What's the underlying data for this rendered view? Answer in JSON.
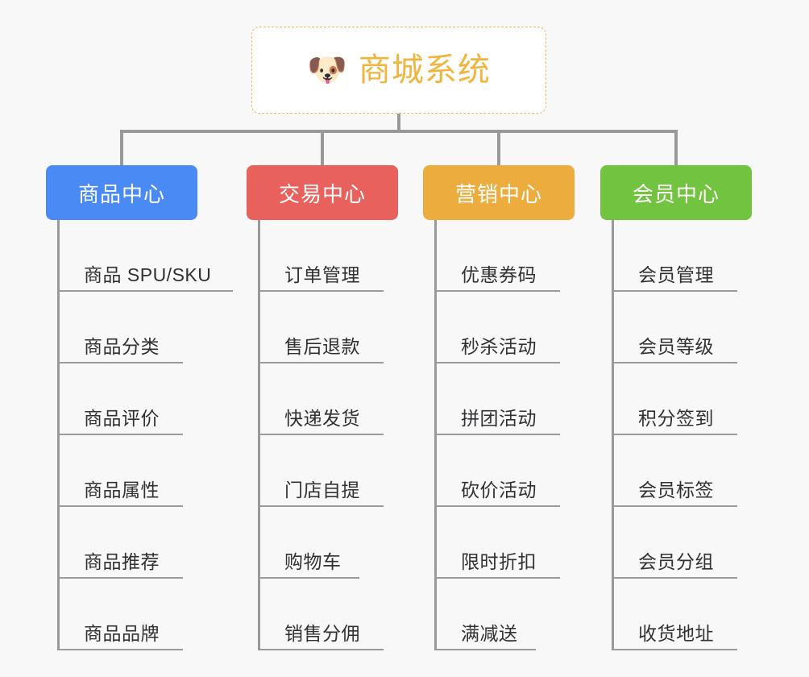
{
  "root": {
    "emoji_icon": "dog-face-icon",
    "emoji_glyph": "🐶",
    "title": "商城系统",
    "border_color": "#e9b95f",
    "text_color": "#f0b53e",
    "background": "#ffffff"
  },
  "canvas": {
    "background": "#f8f8f8",
    "connector_color": "#999999"
  },
  "columns": [
    {
      "id": "product-center",
      "header": "商品中心",
      "color": "#4a8af4",
      "items": [
        {
          "label": "商品 SPU/SKU",
          "rule": "w-long"
        },
        {
          "label": "商品分类",
          "rule": "w-med"
        },
        {
          "label": "商品评价",
          "rule": "w-med"
        },
        {
          "label": "商品属性",
          "rule": "w-med"
        },
        {
          "label": "商品推荐",
          "rule": "w-med"
        },
        {
          "label": "商品品牌",
          "rule": "w-med"
        }
      ]
    },
    {
      "id": "trade-center",
      "header": "交易中心",
      "color": "#e8615c",
      "items": [
        {
          "label": "订单管理",
          "rule": "w-med"
        },
        {
          "label": "售后退款",
          "rule": "w-med"
        },
        {
          "label": "快递发货",
          "rule": "w-med"
        },
        {
          "label": "门店自提",
          "rule": "w-med"
        },
        {
          "label": "购物车",
          "rule": "w-short"
        },
        {
          "label": "销售分佣",
          "rule": "w-med"
        }
      ]
    },
    {
      "id": "marketing-center",
      "header": "营销中心",
      "color": "#edad3e",
      "items": [
        {
          "label": "优惠券码",
          "rule": "w-med"
        },
        {
          "label": "秒杀活动",
          "rule": "w-med"
        },
        {
          "label": "拼团活动",
          "rule": "w-med"
        },
        {
          "label": "砍价活动",
          "rule": "w-med"
        },
        {
          "label": "限时折扣",
          "rule": "w-med"
        },
        {
          "label": "满减送",
          "rule": "w-short"
        }
      ]
    },
    {
      "id": "member-center",
      "header": "会员中心",
      "color": "#71c340",
      "items": [
        {
          "label": "会员管理",
          "rule": "w-med"
        },
        {
          "label": "会员等级",
          "rule": "w-med"
        },
        {
          "label": "积分签到",
          "rule": "w-med"
        },
        {
          "label": "会员标签",
          "rule": "w-med"
        },
        {
          "label": "会员分组",
          "rule": "w-med"
        },
        {
          "label": "收货地址",
          "rule": "w-med"
        }
      ]
    }
  ]
}
